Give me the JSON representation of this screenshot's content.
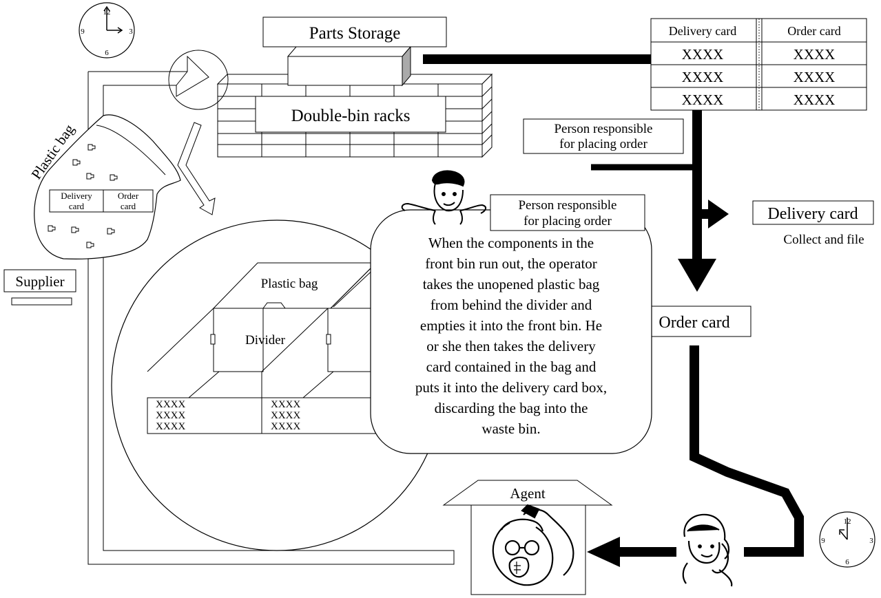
{
  "labels": {
    "parts_storage": "Parts Storage",
    "double_bin_racks": "Double-bin racks",
    "plastic_bag_rotated": "Plastic bag",
    "bag_delivery_card": [
      "Delivery",
      "card"
    ],
    "bag_order_card": [
      "Order",
      "card"
    ],
    "supplier": "Supplier",
    "plastic_bag_inset": "Plastic bag",
    "divider": "Divider",
    "person_top": [
      "Person responsible",
      "for placing order"
    ],
    "person_mid": [
      "Person responsible",
      "for placing order"
    ],
    "delivery_card": "Delivery card",
    "collect_and_file": "Collect and file",
    "order_card": "Order card",
    "agent": "Agent"
  },
  "card_table": {
    "headers": [
      "Delivery card",
      "Order card"
    ],
    "rows": [
      [
        "XXXX",
        "XXXX"
      ],
      [
        "XXXX",
        "XXXX"
      ],
      [
        "XXXX",
        "XXXX"
      ]
    ]
  },
  "bin_front_labels": {
    "left": [
      "XXXX",
      "XXXX",
      "XXXX"
    ],
    "right": [
      "XXXX",
      "XXXX",
      "XXXX"
    ]
  },
  "description": [
    "When the components in the",
    "front bin run out, the operator",
    "takes the unopened plastic bag",
    "from behind the divider and",
    "empties it into the front bin. He",
    "or she then takes the delivery",
    "card contained in the bag and",
    "puts it into the delivery card box,",
    "discarding the bag into the",
    "waste bin."
  ],
  "clock_numbers": [
    "12",
    "3",
    "6",
    "9"
  ]
}
